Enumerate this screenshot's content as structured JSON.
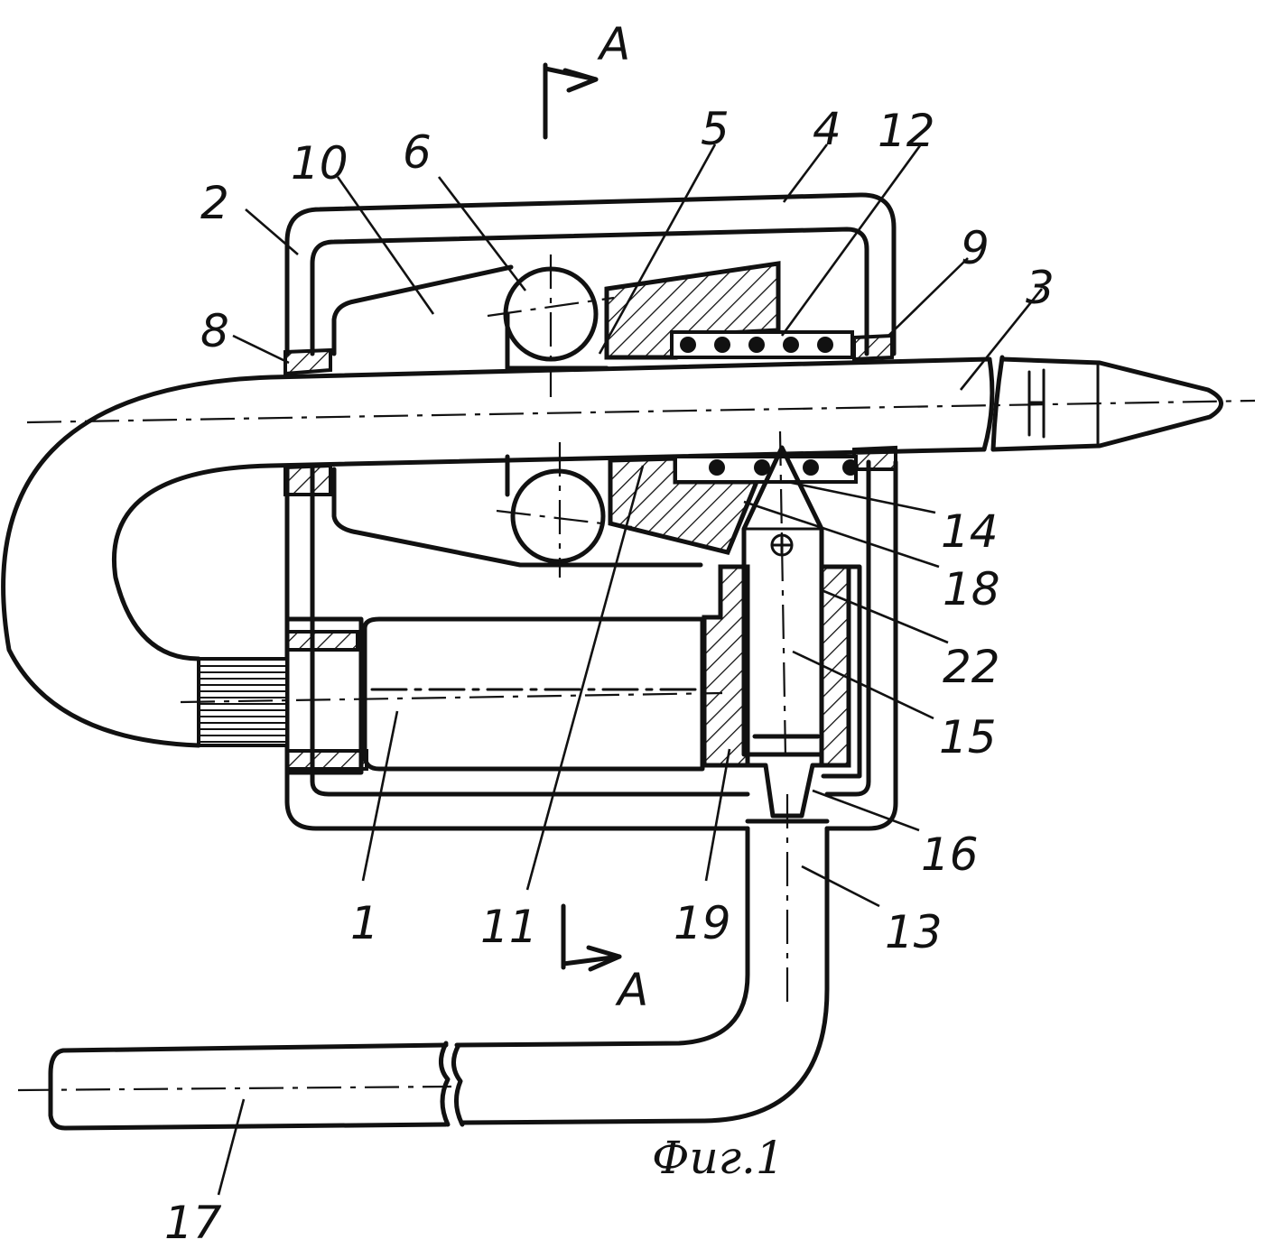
{
  "figure": {
    "caption": "Фиг.1",
    "section_marker": "A",
    "labels": {
      "l1": "1",
      "l2": "2",
      "l3": "3",
      "l4": "4",
      "l5": "5",
      "l6": "6",
      "l8": "8",
      "l9": "9",
      "l10": "10",
      "l11": "11",
      "l12": "12",
      "l13": "13",
      "l14": "14",
      "l15": "15",
      "l16": "16",
      "l17": "17",
      "l18": "18",
      "l19": "19",
      "l22": "22"
    }
  },
  "colors": {
    "ink": "#111111",
    "paper": "#ffffff"
  }
}
